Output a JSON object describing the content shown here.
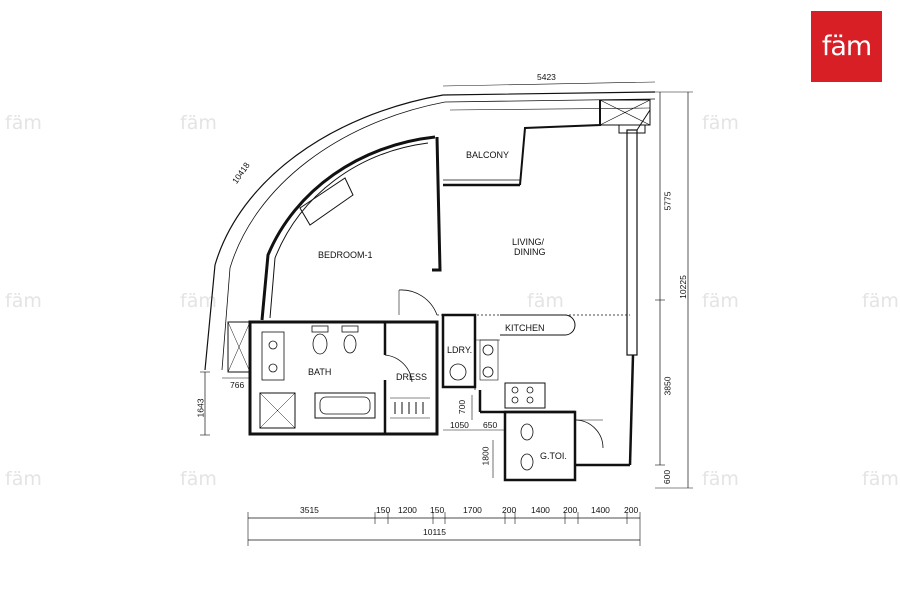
{
  "brand": {
    "logo_text": "fäm",
    "logo_color": "#d81f26",
    "watermark_text": "fäm"
  },
  "rooms": {
    "bedroom": "BEDROOM-1",
    "balcony": "BALCONY",
    "living_line1": "LIVING/",
    "living_line2": "DINING",
    "kitchen": "KITCHEN",
    "laundry": "LDRY.",
    "bath": "BATH",
    "dress": "DRESS",
    "guest_toilet": "G.TOI."
  },
  "dimensions": {
    "top": "5423",
    "curve": "10418",
    "right_upper": "5775",
    "right_total": "10225",
    "right_mid": "3850",
    "right_lower": "600",
    "left_lower": "1643",
    "left_small": "766",
    "inner_700": "700",
    "inner_1050": "1050",
    "inner_650": "650",
    "inner_1800": "1800",
    "bottom": [
      "3515",
      "150",
      "1200",
      "150",
      "1700",
      "200",
      "1400",
      "200",
      "1400",
      "200"
    ],
    "bottom_total": "10115"
  }
}
